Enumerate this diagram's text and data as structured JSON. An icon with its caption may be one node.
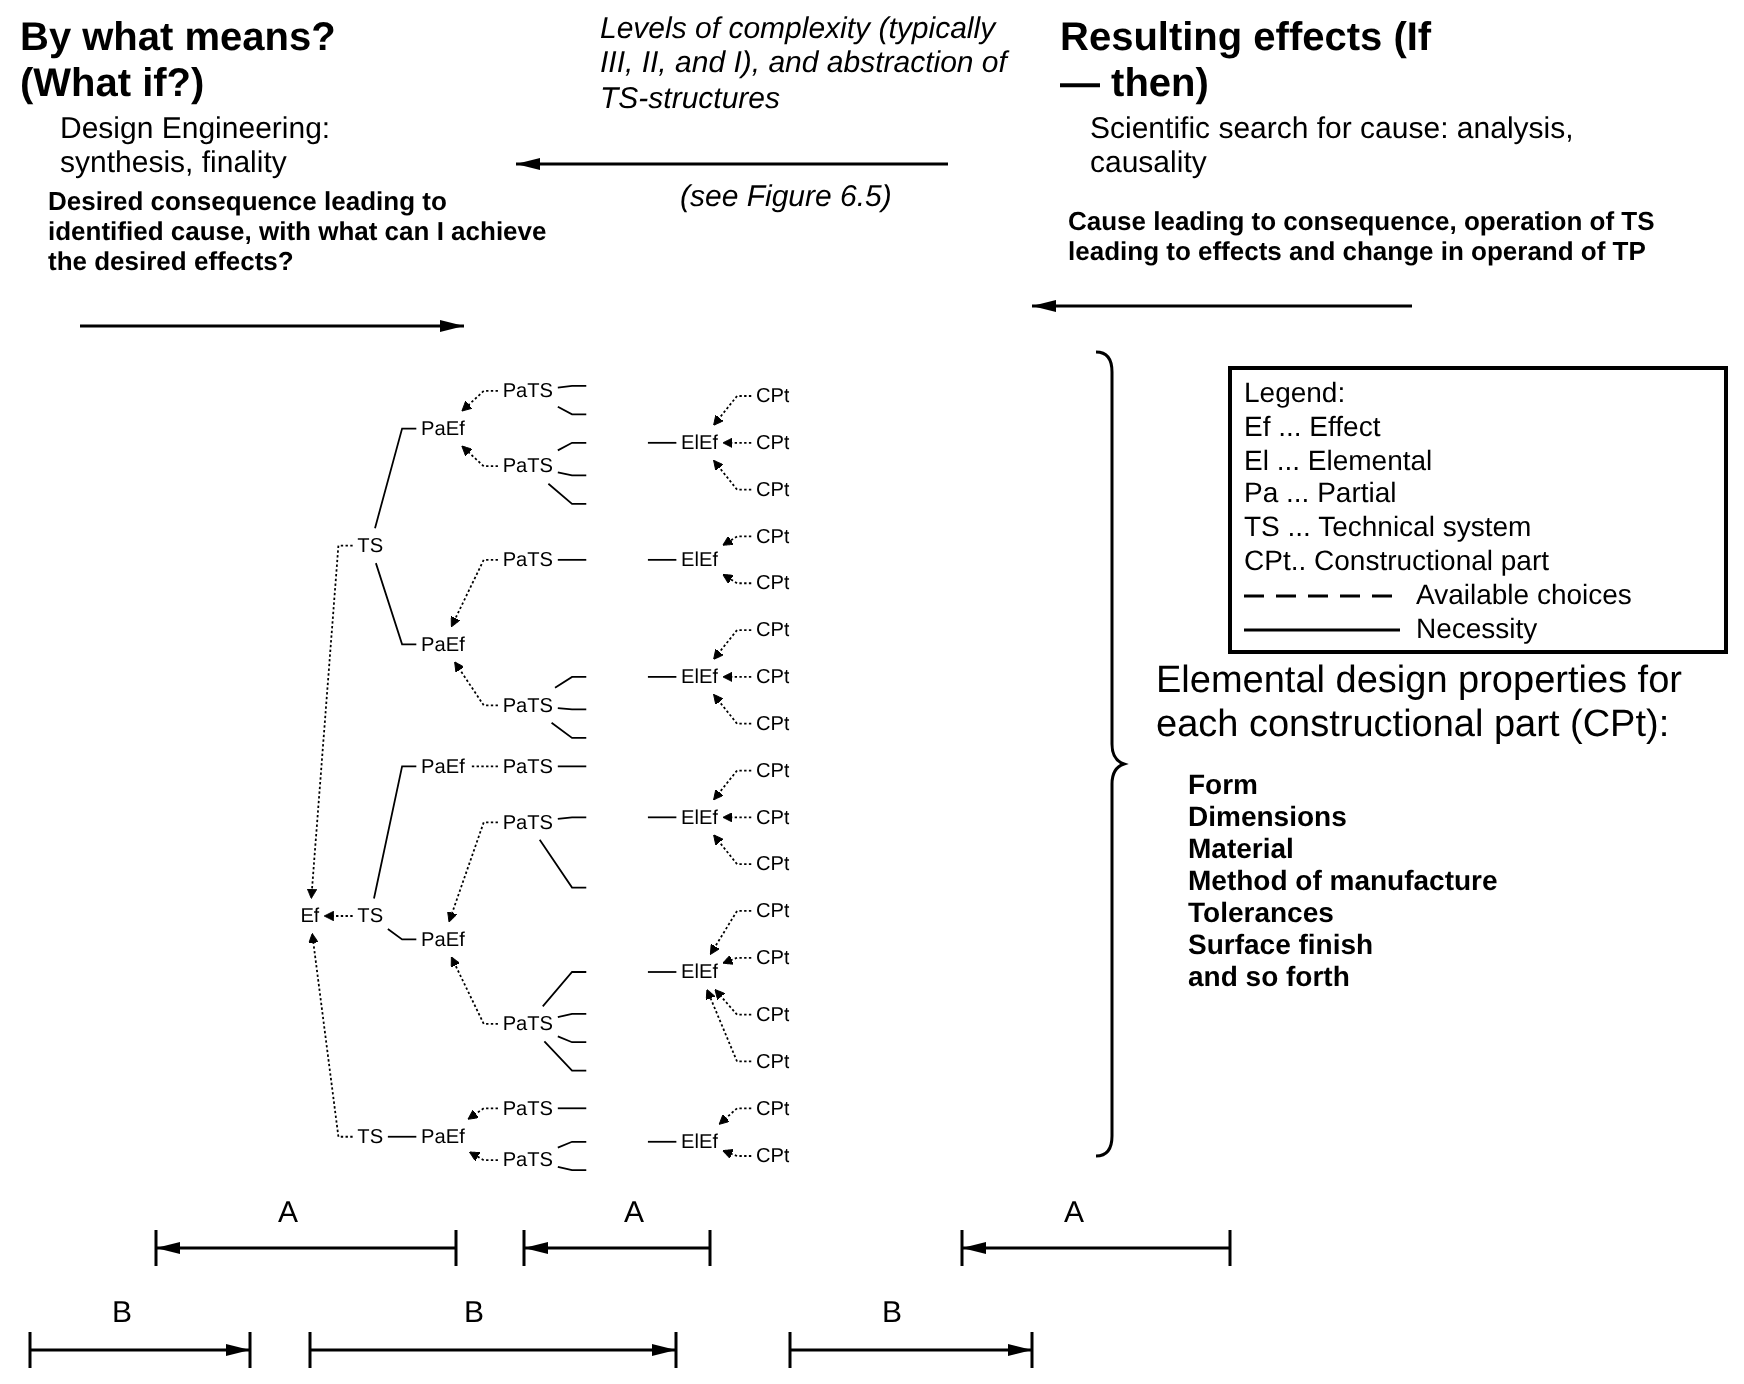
{
  "diagram": {
    "nodes": [
      {
        "text": [
          "Ef"
        ]
      },
      {
        "text": [
          "TS"
        ]
      },
      {
        "text": [
          "TS"
        ]
      },
      {
        "text": [
          "TS"
        ]
      },
      {
        "text": [
          "PaEf"
        ]
      },
      {
        "text": [
          "PaEf"
        ]
      },
      {
        "text": [
          "PaEf"
        ]
      },
      {
        "text": [
          "PaEf"
        ]
      },
      {
        "text": [
          "PaEf"
        ]
      },
      {
        "text": [
          "PaTS"
        ]
      },
      {
        "text": [
          "PaTS"
        ]
      },
      {
        "text": [
          "PaTS"
        ]
      },
      {
        "text": [
          "PaTS"
        ]
      },
      {
        "text": [
          "PaTS"
        ]
      },
      {
        "text": [
          "PaTS"
        ]
      },
      {
        "text": [
          "PaTS"
        ]
      },
      {
        "text": [
          "PaTS"
        ]
      },
      {
        "text": [
          "PaTS"
        ]
      },
      {
        "text": [
          "ElEf"
        ]
      },
      {
        "text": [
          "ElEf"
        ]
      },
      {
        "text": [
          "ElEf"
        ]
      },
      {
        "text": [
          "ElEf"
        ]
      },
      {
        "text": [
          "ElEf"
        ]
      },
      {
        "text": [
          "ElEf"
        ]
      },
      {
        "text": [
          "CPt"
        ]
      },
      {
        "text": [
          "CPt"
        ]
      },
      {
        "text": [
          "CPt"
        ]
      },
      {
        "text": [
          "CPt"
        ]
      },
      {
        "text": [
          "CPt"
        ]
      },
      {
        "text": [
          "CPt"
        ]
      },
      {
        "text": [
          "CPt"
        ]
      },
      {
        "text": [
          "CPt"
        ]
      },
      {
        "text": [
          "CPt"
        ]
      },
      {
        "text": [
          "CPt"
        ]
      },
      {
        "text": [
          "CPt"
        ]
      },
      {
        "text": [
          "CPt"
        ]
      },
      {
        "text": [
          "CPt"
        ]
      },
      {
        "text": [
          "CPt"
        ]
      },
      {
        "text": [
          "CPt"
        ]
      },
      {
        "text": [
          "CPt"
        ]
      },
      {
        "text": [
          "CPt"
        ]
      }
    ],
    "edges": [
      {
        "from": 1,
        "to": 0,
        "arrow": "to",
        "style": "dashed"
      },
      {
        "from": 2,
        "to": 0,
        "arrow": "to",
        "style": "dashed"
      },
      {
        "from": 3,
        "to": 0,
        "arrow": "to",
        "style": "dashed"
      },
      {
        "from": 4,
        "to": 1,
        "arrow": "none"
      },
      {
        "from": 5,
        "to": 1,
        "arrow": "none"
      },
      {
        "from": 6,
        "to": 2,
        "arrow": "none"
      },
      {
        "from": 7,
        "to": 2,
        "arrow": "none"
      },
      {
        "from": 8,
        "to": 3,
        "arrow": "none"
      },
      {
        "from": 9,
        "to": 4,
        "arrow": "to",
        "style": "dashed"
      },
      {
        "from": 10,
        "to": 4,
        "arrow": "to",
        "style": "dashed"
      },
      {
        "from": 11,
        "to": 5,
        "arrow": "to",
        "style": "dashed"
      },
      {
        "from": 12,
        "to": 5,
        "arrow": "to",
        "style": "dashed"
      },
      {
        "from": 13,
        "to": 6,
        "arrow": "none",
        "style": "dashed"
      },
      {
        "from": 14,
        "to": 7,
        "arrow": "to",
        "style": "dashed"
      },
      {
        "from": 15,
        "to": 7,
        "arrow": "to",
        "style": "dashed"
      },
      {
        "from": 16,
        "to": 8,
        "arrow": "to",
        "style": "dashed"
      },
      {
        "from": 17,
        "to": 8,
        "arrow": "to",
        "style": "dashed"
      },
      {
        "from": null,
        "to": 9,
        "arrow": "none"
      },
      {
        "from": null,
        "to": 9,
        "arrow": "none"
      },
      {
        "from": null,
        "to": 10,
        "arrow": "none"
      },
      {
        "from": null,
        "to": 10,
        "arrow": "none"
      },
      {
        "from": null,
        "to": 10,
        "arrow": "none"
      },
      {
        "from": null,
        "to": 11,
        "arrow": "none"
      },
      {
        "from": null,
        "to": 12,
        "arrow": "none"
      },
      {
        "from": null,
        "to": 12,
        "arrow": "none"
      },
      {
        "from": null,
        "to": 12,
        "arrow": "none"
      },
      {
        "from": null,
        "to": 13,
        "arrow": "none"
      },
      {
        "from": null,
        "to": 14,
        "arrow": "none"
      },
      {
        "from": null,
        "to": 14,
        "arrow": "none"
      },
      {
        "from": null,
        "to": 15,
        "arrow": "none"
      },
      {
        "from": null,
        "to": 15,
        "arrow": "none"
      },
      {
        "from": null,
        "to": 15,
        "arrow": "none"
      },
      {
        "from": null,
        "to": 15,
        "arrow": "none"
      },
      {
        "from": null,
        "to": 16,
        "arrow": "none"
      },
      {
        "from": null,
        "to": 17,
        "arrow": "none"
      },
      {
        "from": null,
        "to": 17,
        "arrow": "none"
      },
      {
        "from": 18,
        "to": null,
        "arrow": "none"
      },
      {
        "from": 19,
        "to": null,
        "arrow": "none"
      },
      {
        "from": 20,
        "to": null,
        "arrow": "none"
      },
      {
        "from": 21,
        "to": null,
        "arrow": "none"
      },
      {
        "from": 22,
        "to": null,
        "arrow": "none"
      },
      {
        "from": 23,
        "to": null,
        "arrow": "none"
      },
      {
        "from": 24,
        "to": 18,
        "arrow": "to",
        "style": "dashed"
      },
      {
        "from": 25,
        "to": 18,
        "arrow": "to",
        "style": "dashed"
      },
      {
        "from": 26,
        "to": 18,
        "arrow": "to",
        "style": "dashed"
      },
      {
        "from": 27,
        "to": 19,
        "arrow": "to",
        "style": "dashed"
      },
      {
        "from": 28,
        "to": 19,
        "arrow": "to",
        "style": "dashed"
      },
      {
        "from": 29,
        "to": 20,
        "arrow": "to",
        "style": "dashed"
      },
      {
        "from": 30,
        "to": 20,
        "arrow": "to",
        "style": "dashed"
      },
      {
        "from": 31,
        "to": 20,
        "arrow": "to",
        "style": "dashed"
      },
      {
        "from": 32,
        "to": 21,
        "arrow": "to",
        "style": "dashed"
      },
      {
        "from": 33,
        "to": 21,
        "arrow": "to",
        "style": "dashed"
      },
      {
        "from": 34,
        "to": 21,
        "arrow": "to",
        "style": "dashed"
      },
      {
        "from": 35,
        "to": 22,
        "arrow": "to",
        "style": "dashed"
      },
      {
        "from": 36,
        "to": 22,
        "arrow": "to",
        "style": "dashed"
      },
      {
        "from": 37,
        "to": 22,
        "arrow": "to",
        "style": "dashed"
      },
      {
        "from": 38,
        "to": 22,
        "arrow": "to",
        "style": "dashed"
      },
      {
        "from": 39,
        "to": 23,
        "arrow": "to",
        "style": "dashed"
      },
      {
        "from": 40,
        "to": 23,
        "arrow": "to",
        "style": "dashed"
      }
    ],
    "labels": [
      "By what means? (What if?)",
      "Levels of complexity (typically III, II, and I), and abstraction of TS-structures",
      "Resulting effects (If — then)",
      "Design Engineering: synthesis, finality",
      "Scientific search for cause: analysis, causality",
      "(see Figure 6.5)",
      "Desired consequence leading to identified cause, with what can I achieve the desired effects?",
      "Cause leading to consequence, operation of TS leading to effects and change in operand of TP",
      "Legend:",
      "Elemental design properties for each constructional part (CPt):",
      "Form",
      "Dimensions",
      "Material",
      "Method of manufacture",
      "Tolerances",
      "Surface finish",
      "and so forth",
      "A",
      "A",
      "A",
      "B",
      "B",
      "B"
    ],
    "legend": [
      {
        "text": "Ef ... Effect"
      },
      {
        "text": "El ... Elemental"
      },
      {
        "text": "Pa ... Partial"
      },
      {
        "text": "TS ... Technical system"
      },
      {
        "text": "CPt.. Constructional part"
      },
      {
        "text": "Available choices"
      },
      {
        "text": "Necessity"
      }
    ]
  }
}
